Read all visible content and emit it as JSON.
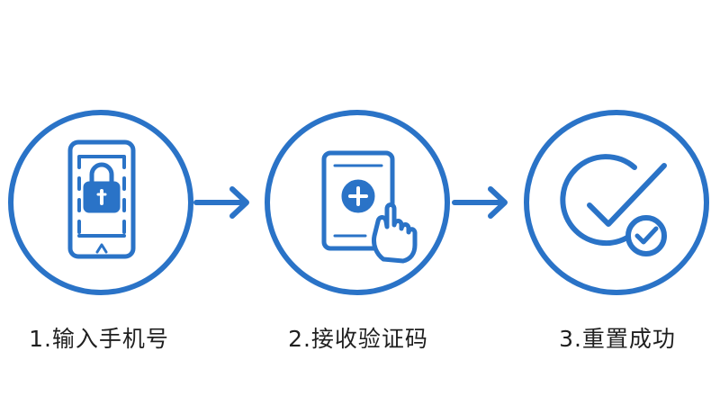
{
  "colors": {
    "accent": "#2a73c7",
    "text": "#1f1f1f",
    "background": "#ffffff"
  },
  "steps": [
    {
      "label": "1.输入手机号",
      "icon": "locked-phone-icon"
    },
    {
      "label": "2.接收验证码",
      "icon": "tablet-tap-plus-icon"
    },
    {
      "label": "3.重置成功",
      "icon": "check-success-icon"
    }
  ],
  "connectors": [
    {
      "icon": "arrow-right-icon"
    },
    {
      "icon": "arrow-right-icon"
    }
  ]
}
